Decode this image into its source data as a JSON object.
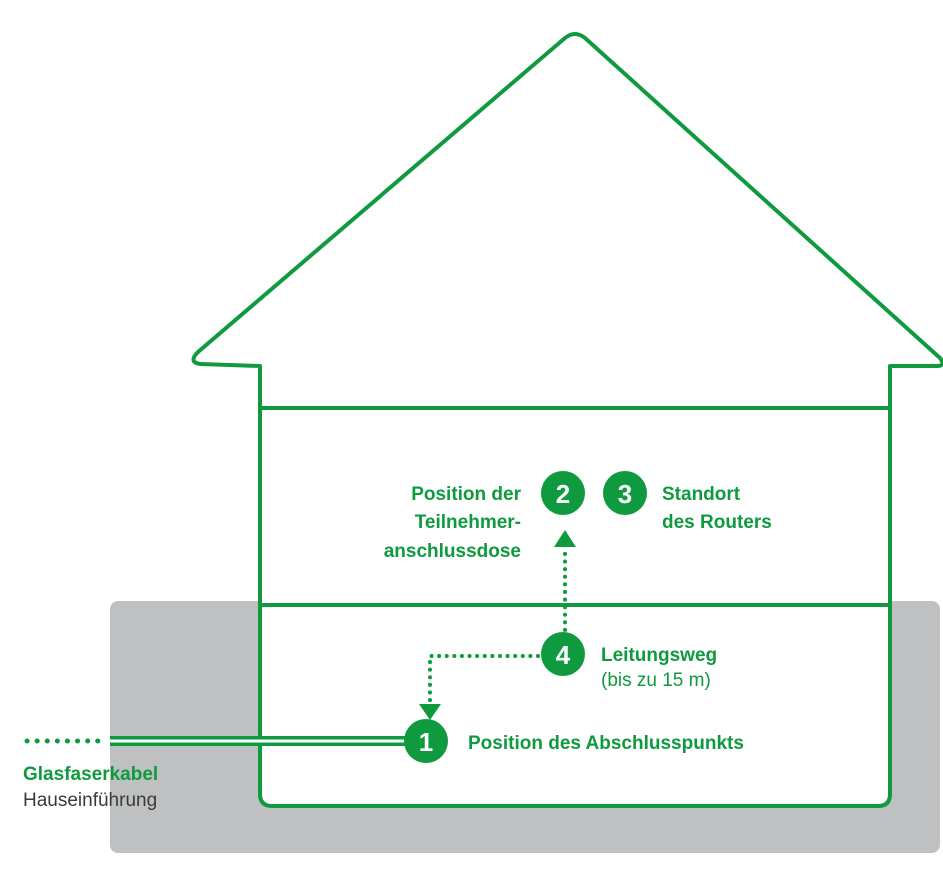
{
  "colors": {
    "green": "#0f9a3f",
    "basement_grey": "#bfc0c2",
    "text_grey": "#3a3a3a",
    "background": "#ffffff"
  },
  "markers": {
    "m1": "1",
    "m2": "2",
    "m3": "3",
    "m4": "4"
  },
  "labels": {
    "abschlusspunkt": "Position des Abschlusspunkts",
    "teilnehmer_line1": "Position der",
    "teilnehmer_line2": "Teilnehmer-",
    "teilnehmer_line3": "anschlussdose",
    "router_line1": "Standort",
    "router_line2": "des Routers",
    "leitungsweg": "Leitungsweg",
    "leitungsweg_sub": "(bis zu 15 m)",
    "kabel": "Glasfaserkabel",
    "kabel_sub": "Hauseinführung"
  }
}
